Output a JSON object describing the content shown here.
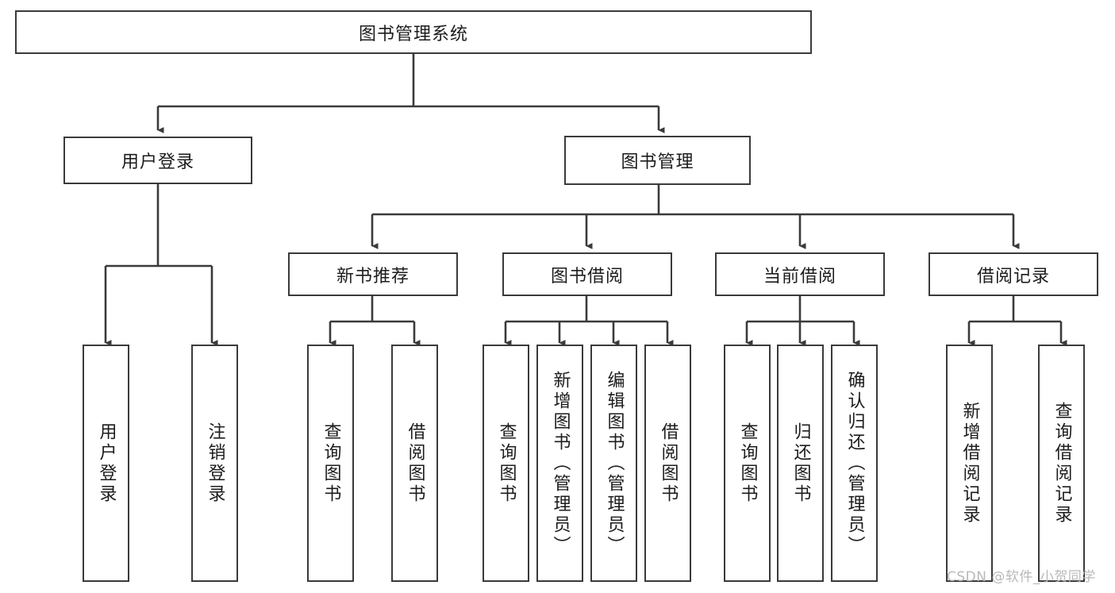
{
  "diagram": {
    "type": "hierarchy-tree",
    "title": "图书管理系统",
    "watermark": "CSDN @软件_小贺同学",
    "colors": {
      "box_border": "#3a3a3a",
      "connector": "#3a3a3a",
      "background": "#ffffff",
      "text": "#1c1c1c",
      "watermark": "#b9b9b9"
    },
    "nodes": {
      "root": {
        "label": "图书管理系统"
      },
      "level1": [
        {
          "id": "user-login",
          "label": "用户登录"
        },
        {
          "id": "book-management",
          "label": "图书管理"
        }
      ],
      "level2": [
        {
          "id": "new-book-recommend",
          "label": "新书推荐"
        },
        {
          "id": "book-borrow",
          "label": "图书借阅"
        },
        {
          "id": "current-borrow",
          "label": "当前借阅"
        },
        {
          "id": "borrow-record",
          "label": "借阅记录"
        }
      ],
      "leaves": {
        "user_login": [
          {
            "id": "leaf-user-login",
            "label": "用户登录"
          },
          {
            "id": "leaf-logout-login",
            "label": "注销登录"
          }
        ],
        "new_book_recommend": [
          {
            "id": "leaf-query-book-1",
            "label": "查询图书"
          },
          {
            "id": "leaf-borrow-book-1",
            "label": "借阅图书"
          }
        ],
        "book_borrow": [
          {
            "id": "leaf-query-book-2",
            "label": "查询图书"
          },
          {
            "id": "leaf-add-book",
            "label": "新增图书（管理员）"
          },
          {
            "id": "leaf-edit-book",
            "label": "编辑图书（管理员）"
          },
          {
            "id": "leaf-borrow-book-2",
            "label": "借阅图书"
          }
        ],
        "current_borrow": [
          {
            "id": "leaf-query-book-3",
            "label": "查询图书"
          },
          {
            "id": "leaf-return-book",
            "label": "归还图书"
          },
          {
            "id": "leaf-confirm-return",
            "label": "确认归还（管理员）"
          }
        ],
        "borrow_record": [
          {
            "id": "leaf-add-record",
            "label": "新增借阅记录"
          },
          {
            "id": "leaf-query-record",
            "label": "查询借阅记录"
          }
        ]
      }
    }
  }
}
